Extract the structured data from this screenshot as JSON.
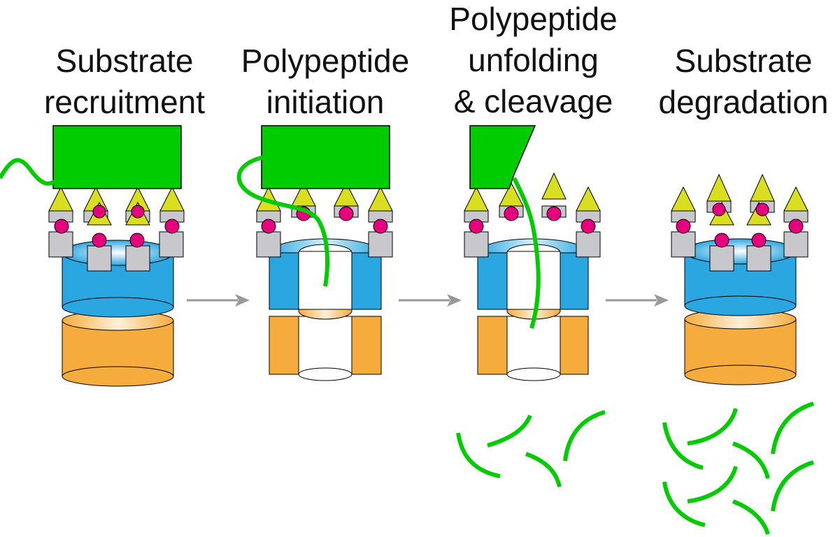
{
  "stages": [
    {
      "label_lines": [
        "Substrate",
        "recruitment"
      ]
    },
    {
      "label_lines": [
        "Polypeptide",
        "initiation"
      ]
    },
    {
      "label_lines": [
        "Polypeptide",
        "unfolding",
        "& cleavage"
      ]
    },
    {
      "label_lines": [
        "Substrate",
        "degradation"
      ]
    }
  ],
  "colors": {
    "substrate": "#00cc00",
    "regulatory_ring": "#2aa7e0",
    "catalytic_ring": "#f6ac3c",
    "subunit_box": "#c8c8cc",
    "atp_cone": "#d9df1e",
    "atp_dot": "#e6007e",
    "arrow": "#999999"
  },
  "icons": [
    "right-arrow-icon",
    "right-arrow-icon",
    "right-arrow-icon"
  ]
}
